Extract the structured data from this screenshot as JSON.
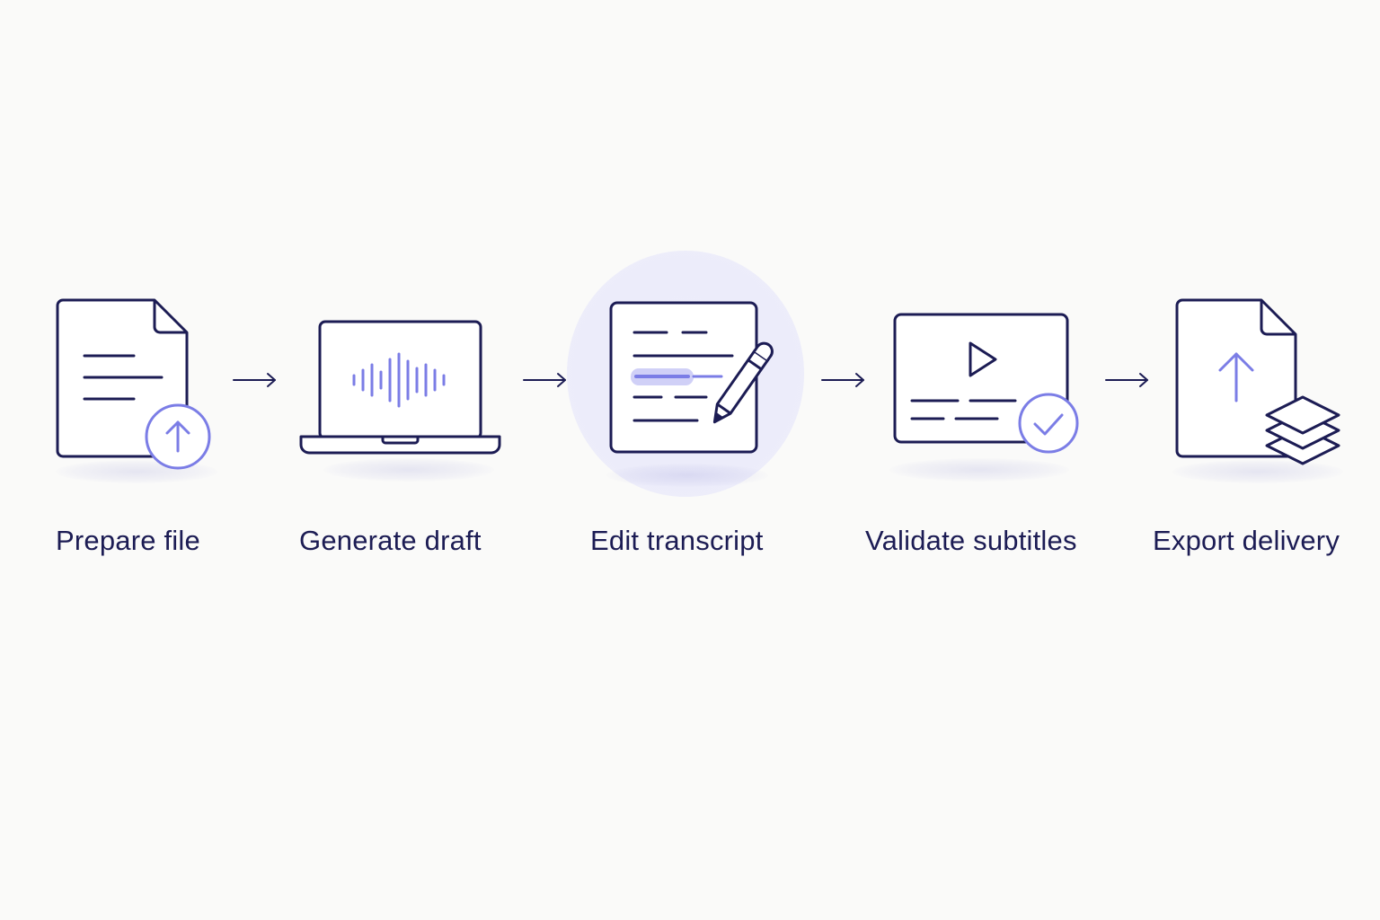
{
  "steps": [
    {
      "label": "Prepare file",
      "icon": "document-upload-icon"
    },
    {
      "label": "Generate draft",
      "icon": "laptop-waveform-icon"
    },
    {
      "label": "Edit transcript",
      "icon": "transcript-edit-pencil-icon"
    },
    {
      "label": "Validate subtitles",
      "icon": "video-subtitles-check-icon"
    },
    {
      "label": "Export delivery",
      "icon": "document-export-layers-icon"
    }
  ],
  "highlighted_step": 3,
  "colors": {
    "background": "#fafaf9",
    "ink": "#1c1c54",
    "accent": "#7b7de6",
    "accent_soft": "#a9aaf0",
    "halo": "#ececfa"
  }
}
